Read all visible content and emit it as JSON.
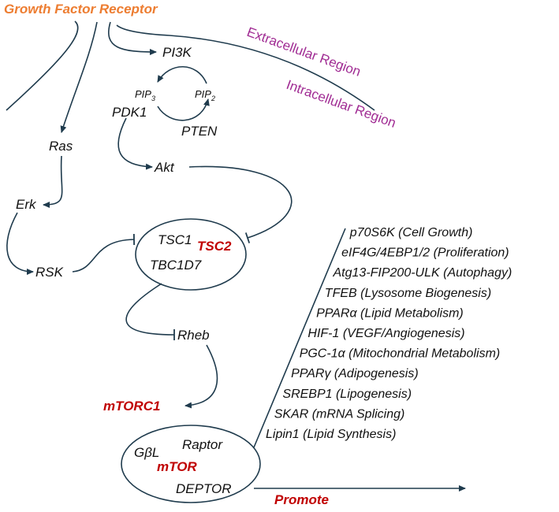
{
  "colors": {
    "line": "#1f3b4d",
    "receptor": "#ed7d31",
    "region": "#a02b93",
    "highlight": "#c00000",
    "text": "#111111"
  },
  "labels": {
    "receptor": "Growth Factor Receptor",
    "extracellular": "Extracellular Region",
    "intracellular": "Intracellular Region",
    "pi3k": "PI3K",
    "pip3_base": "PIP",
    "pip3_sub": "3",
    "pip2_base": "PIP",
    "pip2_sub": "2",
    "pdk1": "PDK1",
    "pten": "PTEN",
    "akt": "Akt",
    "ras": "Ras",
    "erk": "Erk",
    "rsk": "RSK",
    "tsc1": "TSC1",
    "tsc2": "TSC2",
    "tbc1d7": "TBC1D7",
    "rheb": "Rheb",
    "mtorc1": "mTORC1",
    "gbl": "GβL",
    "raptor": "Raptor",
    "mtor": "mTOR",
    "deptor": "DEPTOR",
    "promote": "Promote"
  },
  "targets": [
    "p70S6K (Cell Growth)",
    "eIF4G/4EBP1/2 (Proliferation)",
    "Atg13-FIP200-ULK (Autophagy)",
    "TFEB (Lysosome Biogenesis)",
    "PPARα (Lipid Metabolism)",
    "HIF-1 (VEGF/Angiogenesis)",
    "PGC-1α (Mitochondrial Metabolism)",
    "PPARγ (Adipogenesis)",
    "SREBP1 (Lipogenesis)",
    "SKAR (mRNA Splicing)",
    "Lipin1 (Lipid Synthesis)"
  ]
}
